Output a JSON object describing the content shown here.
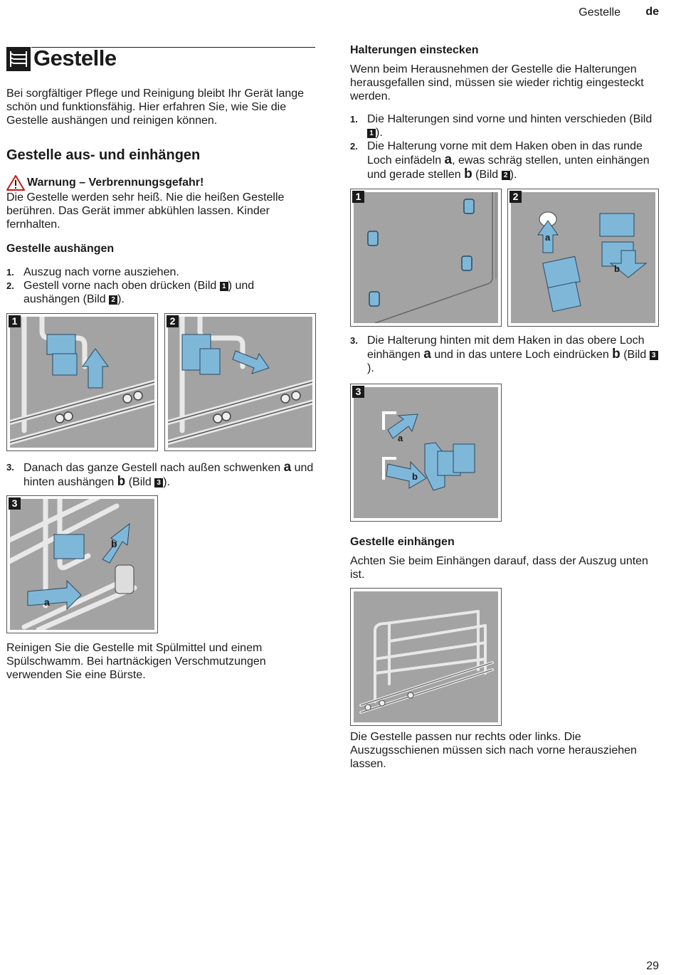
{
  "header": {
    "section": "Gestelle",
    "lang": "de"
  },
  "page_number": "29",
  "title": "Gestelle",
  "intro": "Bei sorgfältiger Pflege und Reinigung bleibt Ihr Gerät lange schön und funktionsfähig. Hier erfahren Sie, wie Sie die Gestelle aushängen und reinigen können.",
  "section1": {
    "heading": "Gestelle aus- und einhängen",
    "warning_title": "Warnung – Verbrennungsgefahr!",
    "warning_text": "Die Gestelle werden sehr heiß. Nie die heißen Gestelle berühren. Das Gerät immer abkühlen lassen. Kinder fernhalten.",
    "remove": {
      "heading": "Gestelle aushängen",
      "step1": "Auszug nach vorne ausziehen.",
      "step2_a": "Gestell vorne nach oben drücken (Bild ",
      "step2_b": ") und aushängen (Bild ",
      "step2_c": ").",
      "step3_a": "Danach das ganze Gestell nach außen schwenken ",
      "step3_b": " und hinten aushängen ",
      "step3_c": " (Bild ",
      "step3_d": ")."
    },
    "cleaning": "Reinigen Sie die Gestelle mit Spülmittel und einem Spülschwamm. Bei hartnäckigen Verschmutzungen verwenden Sie eine Bürste."
  },
  "section2": {
    "heading": "Halterungen einstecken",
    "intro": "Wenn beim Herausnehmen der Gestelle die Halterungen herausgefallen sind, müssen sie wieder richtig eingesteckt werden.",
    "step1_a": "Die Halterungen sind vorne und hinten verschieden (Bild ",
    "step1_b": ").",
    "step2_a": "Die Halterung vorne mit dem Haken oben in das runde Loch einfädeln ",
    "step2_b": ", ewas schräg stellen, unten einhängen und gerade stellen ",
    "step2_c": " (Bild ",
    "step2_d": ").",
    "step3_a": "Die Halterung hinten mit dem Haken in das obere Loch einhängen ",
    "step3_b": " und in das untere Loch eindrücken ",
    "step3_c": " (Bild ",
    "step3_d": ")."
  },
  "section3": {
    "heading": "Gestelle einhängen",
    "text": "Achten Sie beim Einhängen darauf, dass der Auszug unten ist.",
    "note": "Die Gestelle passen nur rechts oder links. Die Auszugsschienen müssen sich nach vorne herausziehen lassen."
  },
  "labels": {
    "n1": "1.",
    "n2": "2.",
    "n3": "3.",
    "b1": "1",
    "b2": "2",
    "b3": "3",
    "a": "a",
    "b": "b"
  },
  "colors": {
    "figure_bg": "#a3a3a3",
    "accent_blue": "#7fb7d9",
    "rail": "#d9d9d9",
    "text": "#1a1a1a"
  }
}
